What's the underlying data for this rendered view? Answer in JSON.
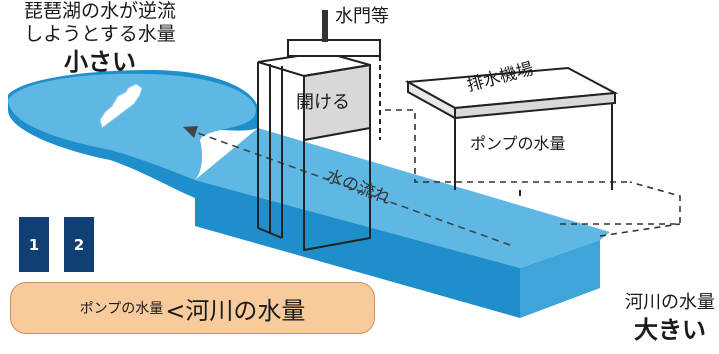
{
  "lake": {
    "line1": "琵琶湖の水が逆流",
    "line2": "しようとする水量",
    "emphasis": "小さい"
  },
  "gate": {
    "label": "水門等",
    "action": "開ける"
  },
  "pump_station": {
    "label": "排水機場",
    "pump_volume": "ポンプの水量"
  },
  "flow": {
    "label": "水の流れ"
  },
  "river": {
    "label": "河川の水量",
    "emphasis": "大きい"
  },
  "tags": [
    "1",
    "2"
  ],
  "comparison": {
    "left": "ポンプの水量",
    "operator_and_right": "<河川の水量"
  },
  "colors": {
    "water_light": "#5fb8e4",
    "water_side": "#1f8fcc",
    "tag_bg": "#0f3f74",
    "box_bg": "#f8cb9d"
  }
}
